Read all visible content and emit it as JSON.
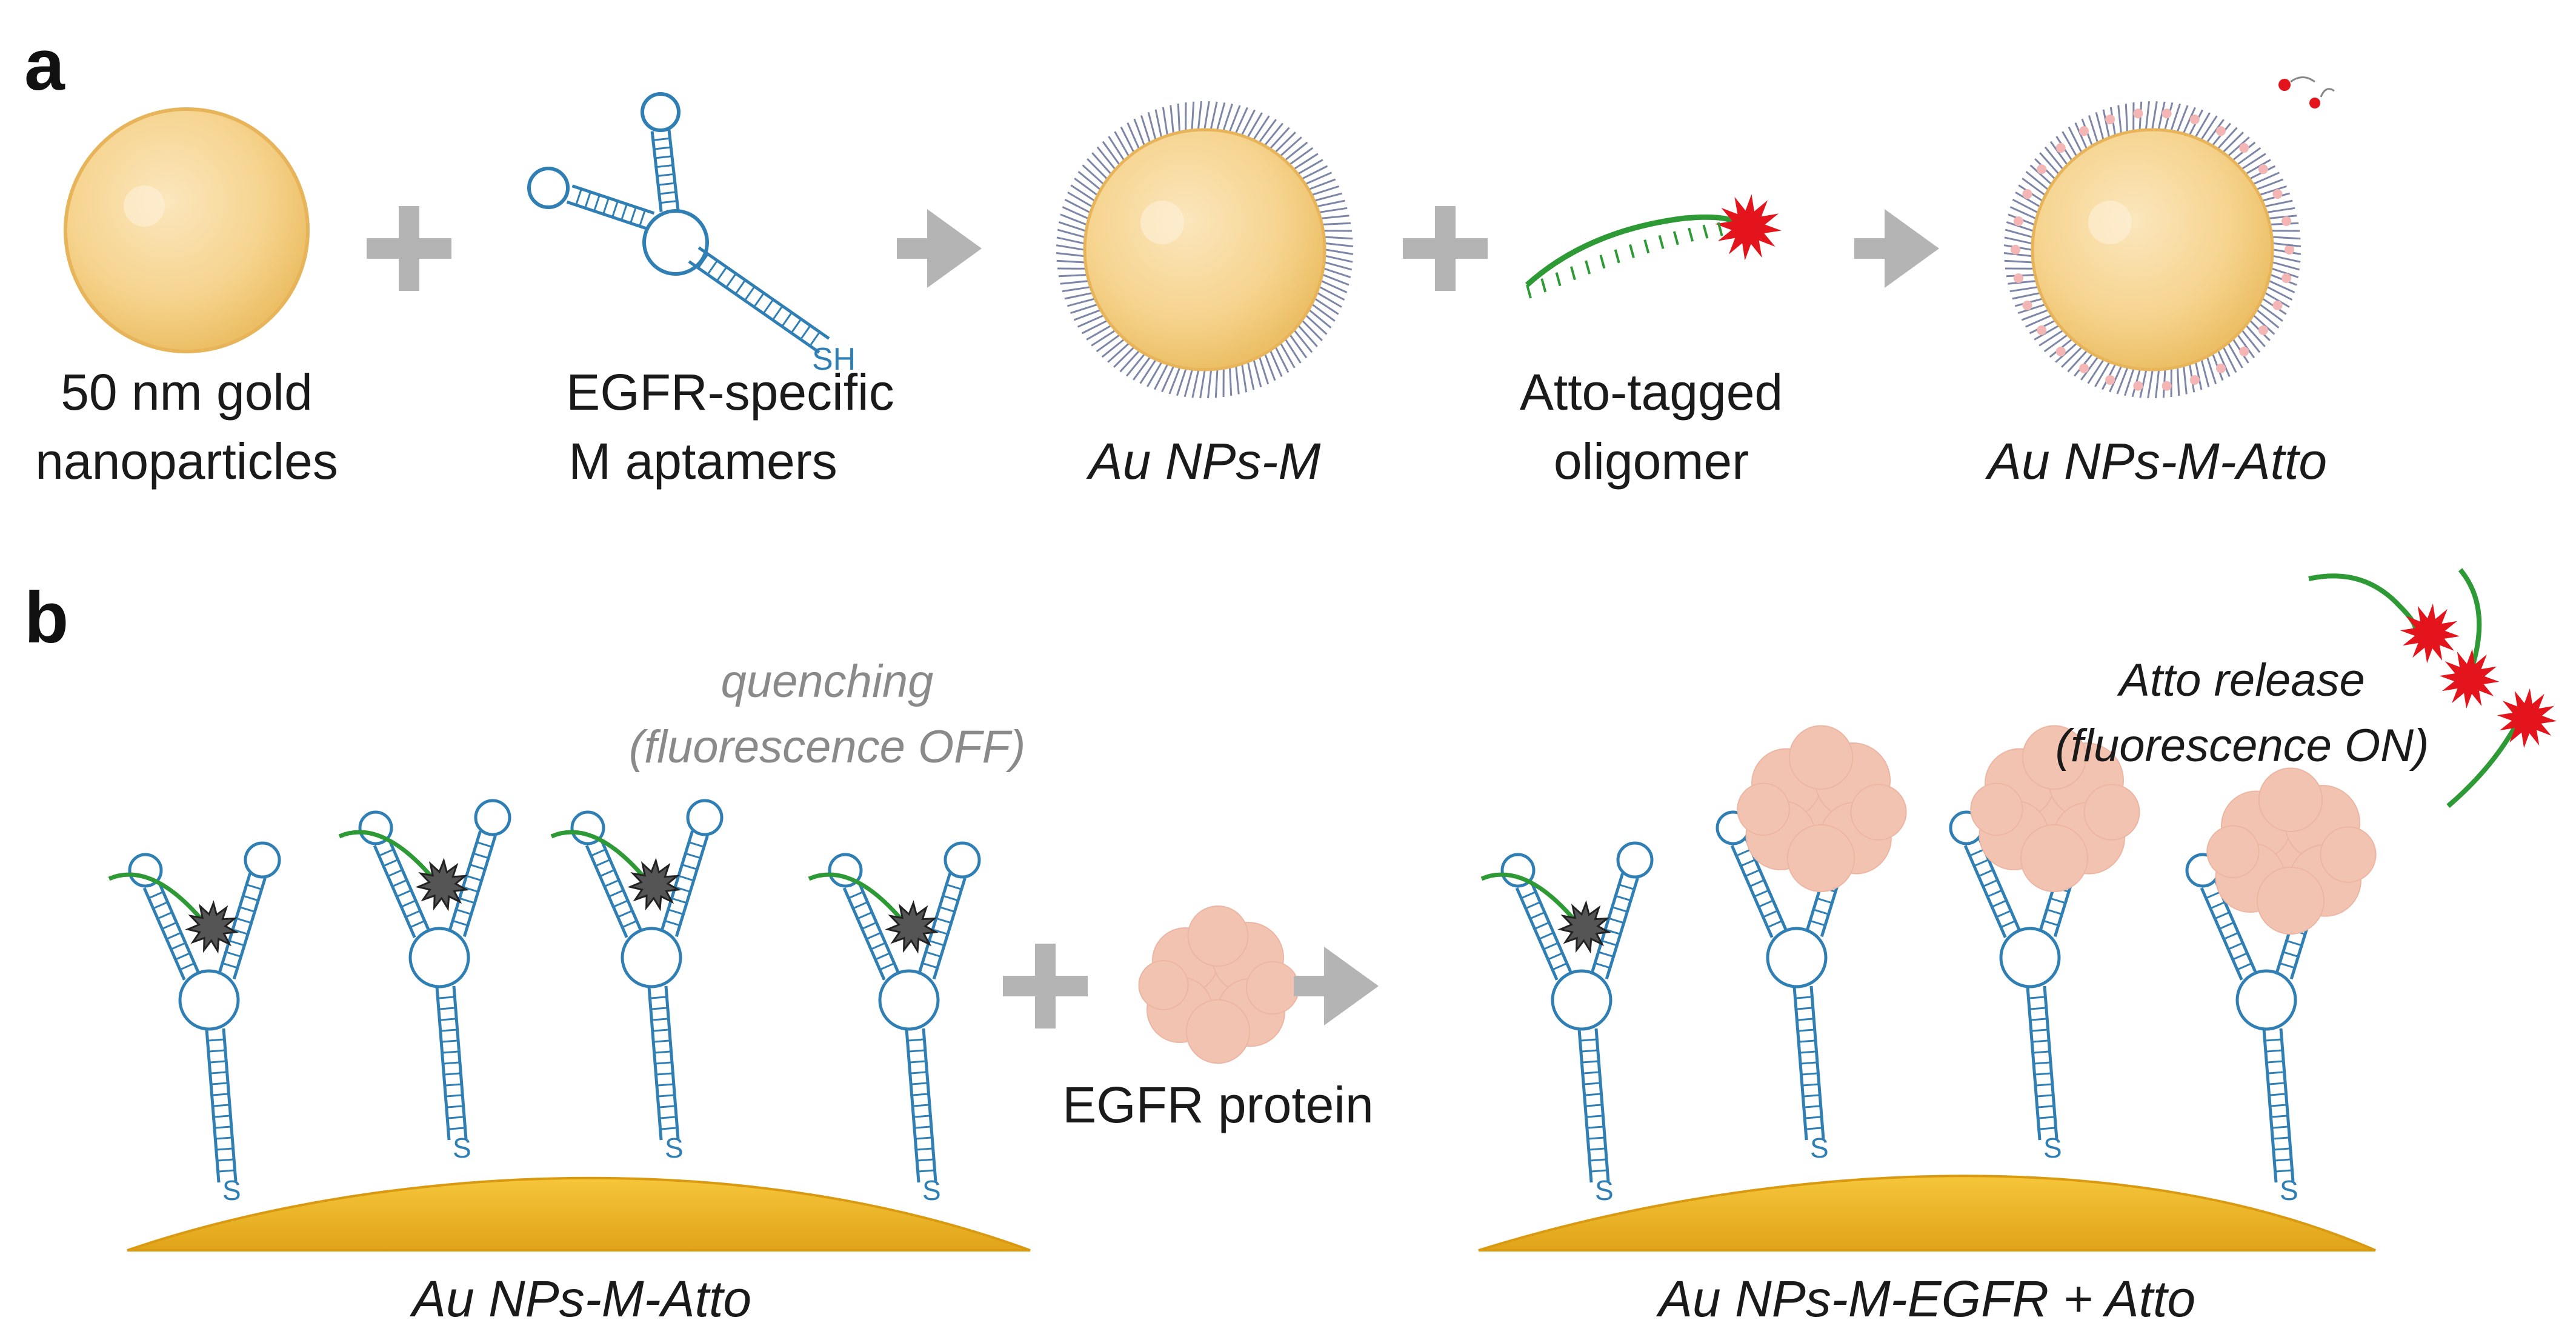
{
  "panel_a": {
    "letter": "a",
    "gold_label_1": "50 nm gold",
    "gold_label_2": "nanoparticles",
    "aptamer_label_1": "EGFR-specific",
    "aptamer_label_2": "M aptamers",
    "thiol_label": "SH",
    "np_m_label": "Au NPs-M",
    "oligo_label_1": "Atto-tagged",
    "oligo_label_2": "oligomer",
    "np_m_atto_label": "Au NPs-M-Atto"
  },
  "panel_b": {
    "letter": "b",
    "quench_label_1": "quenching",
    "quench_label_2": "(fluorescence OFF)",
    "surface_label_left": "Au NPs-M-Atto",
    "protein_label": "EGFR protein",
    "surface_label_right": "Au NPs-M-EGFR + Atto",
    "release_label_1": "Atto release",
    "release_label_2": "(fluorescence ON)",
    "sulfur_label": "S"
  },
  "colors": {
    "gold_fill": "#f7d697",
    "gold_edge": "#e8b85c",
    "aptamer": "#2f7fb5",
    "oligomer": "#2e9a35",
    "atto": "#e3141b",
    "quenched_atto": "#555555",
    "protein": "#f3c3b2",
    "arrow_grey": "#b4b4b4",
    "surface": "#f1b92a"
  }
}
